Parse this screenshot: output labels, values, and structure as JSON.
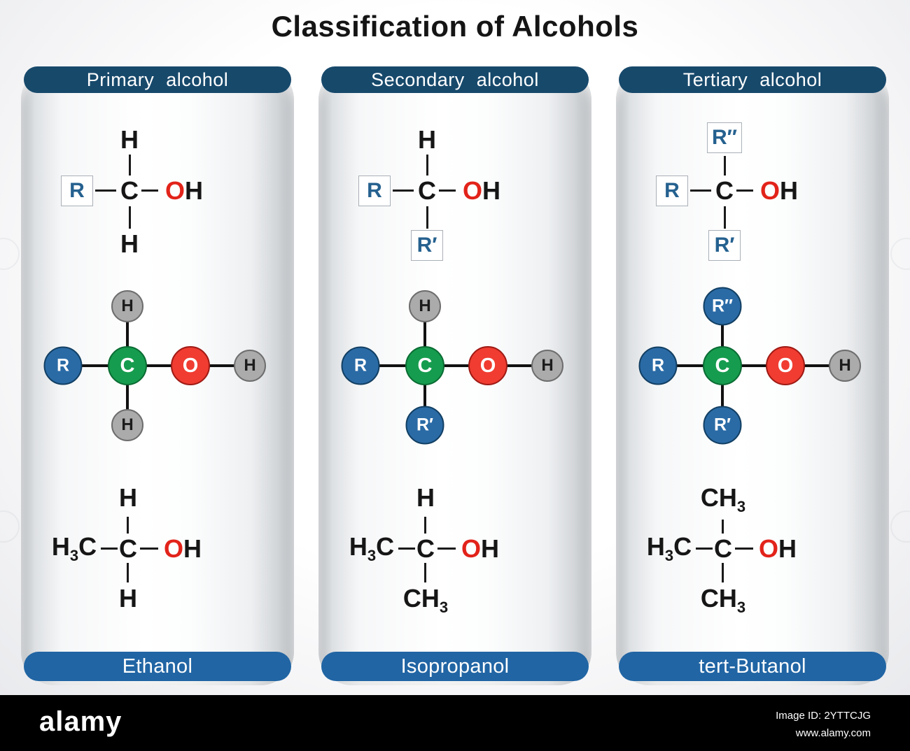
{
  "title": "Classification of Alcohols",
  "colors": {
    "header_navy": "#17496b",
    "label_blue": "#2165a4",
    "r_blue": "#2a6ba6",
    "c_green": "#169c4e",
    "o_red": "#f03c31",
    "h_gray": "#ababab",
    "bond_black": "#1a1a1a",
    "oh_red_text": "#e2231a",
    "r_box_text": "#25618f"
  },
  "panels": [
    {
      "header": "Primary alcohol",
      "label": "Ethanol",
      "general": {
        "top": "H",
        "left": "R",
        "center": "C",
        "o": "O",
        "h": "H",
        "bottom": "H"
      },
      "ball": {
        "top": "H",
        "left": "R",
        "center": "C",
        "o": "O",
        "right": "H",
        "bottom": "H"
      },
      "example": {
        "top": {
          "pre": "H",
          "sub": ""
        },
        "left": {
          "pre": "H",
          "sub": "3",
          "post": "C"
        },
        "center": "C",
        "o": "O",
        "h": "H",
        "bottom": {
          "pre": "H",
          "sub": ""
        }
      }
    },
    {
      "header": "Secondary alcohol",
      "label": "Isopropanol",
      "general": {
        "top": "H",
        "left": "R",
        "center": "C",
        "o": "O",
        "h": "H",
        "bottom": "R′"
      },
      "ball": {
        "top": "H",
        "left": "R",
        "center": "C",
        "o": "O",
        "right": "H",
        "bottom": "R′"
      },
      "example": {
        "top": {
          "pre": "H",
          "sub": ""
        },
        "left": {
          "pre": "H",
          "sub": "3",
          "post": "C"
        },
        "center": "C",
        "o": "O",
        "h": "H",
        "bottom": {
          "pre": "CH",
          "sub": "3"
        }
      }
    },
    {
      "header": "Tertiary alcohol",
      "label": "tert-Butanol",
      "general": {
        "top": "R″",
        "left": "R",
        "center": "C",
        "o": "O",
        "h": "H",
        "bottom": "R′"
      },
      "ball": {
        "top": "R″",
        "left": "R",
        "center": "C",
        "o": "O",
        "right": "H",
        "bottom": "R′"
      },
      "example": {
        "top": {
          "pre": "CH",
          "sub": "3"
        },
        "left": {
          "pre": "H",
          "sub": "3",
          "post": "C"
        },
        "center": "C",
        "o": "O",
        "h": "H",
        "bottom": {
          "pre": "CH",
          "sub": "3"
        }
      }
    }
  ],
  "footer": {
    "brand": "alamy",
    "image_id": "Image ID: 2YTTCJG",
    "url": "www.alamy.com"
  }
}
